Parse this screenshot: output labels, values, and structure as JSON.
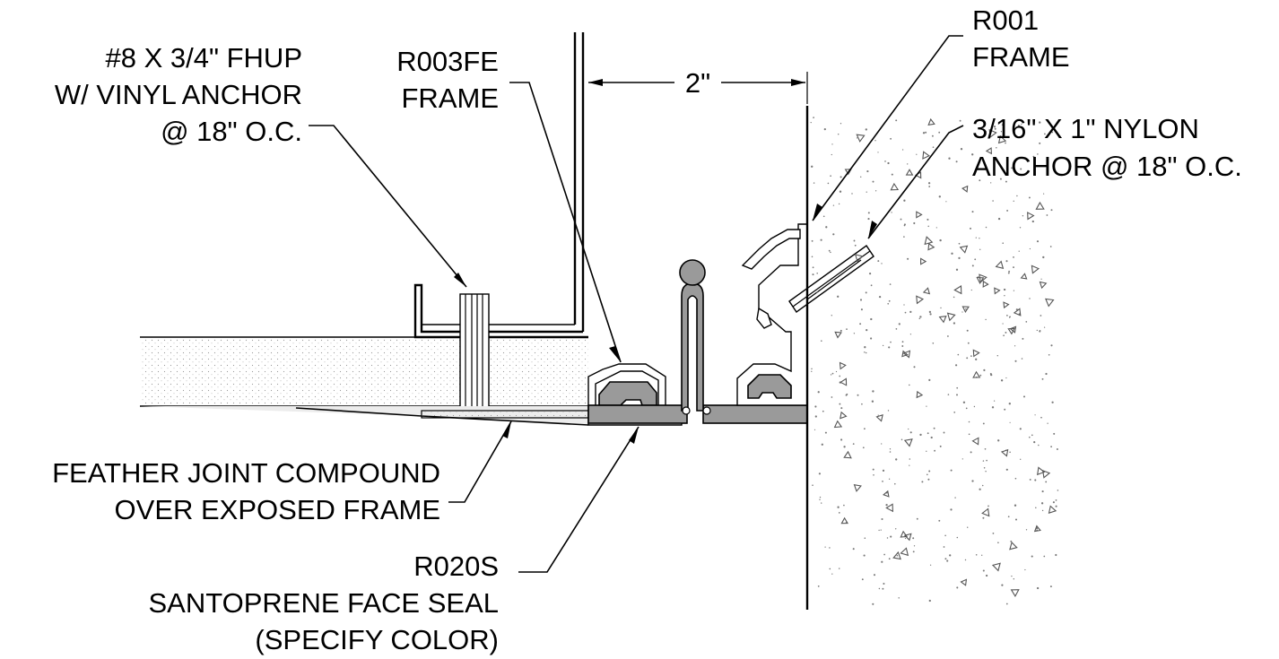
{
  "labels": {
    "screw_line1": "#8 X 3/4\" FHUP",
    "screw_line2": "W/ VINYL ANCHOR",
    "screw_line3": "@ 18\" O.C.",
    "r003fe_line1": "R003FE",
    "r003fe_line2": "FRAME",
    "dimension": "2\"",
    "r001_line1": "R001",
    "r001_line2": "FRAME",
    "nylon_line1": "3/16\" X 1\" NYLON",
    "nylon_line2": "ANCHOR @ 18\" O.C.",
    "feather_line1": "FEATHER JOINT COMPOUND",
    "feather_line2": "OVER EXPOSED FRAME",
    "r020s_line1": "R020S",
    "r020s_line2": "SANTOPRENE FACE SEAL",
    "r020s_line3": "(SPECIFY COLOR)"
  },
  "colors": {
    "line": "#000000",
    "seal_fill": "#9a9a9a",
    "speckle": "#7a7a7a",
    "background": "#ffffff"
  }
}
